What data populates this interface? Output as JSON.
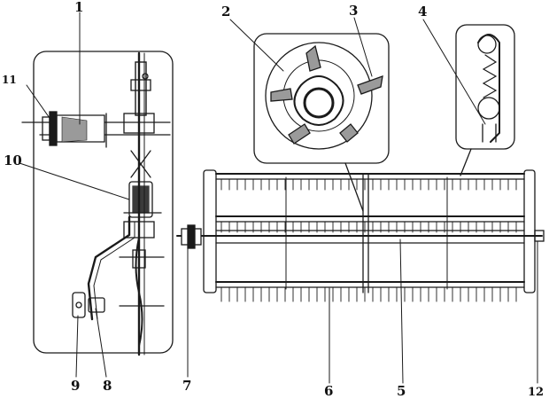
{
  "diagram": {
    "callouts": {
      "c1": "1",
      "c2": "2",
      "c3": "3",
      "c4": "4",
      "c5": "5",
      "c6": "6",
      "c7": "7",
      "c8": "8",
      "c9": "9",
      "c10": "10",
      "c11": "11",
      "c12": "12"
    },
    "colors": {
      "ink": "#1a1a1a",
      "paper": "#ffffff",
      "shade": "#9a9a9a"
    }
  }
}
